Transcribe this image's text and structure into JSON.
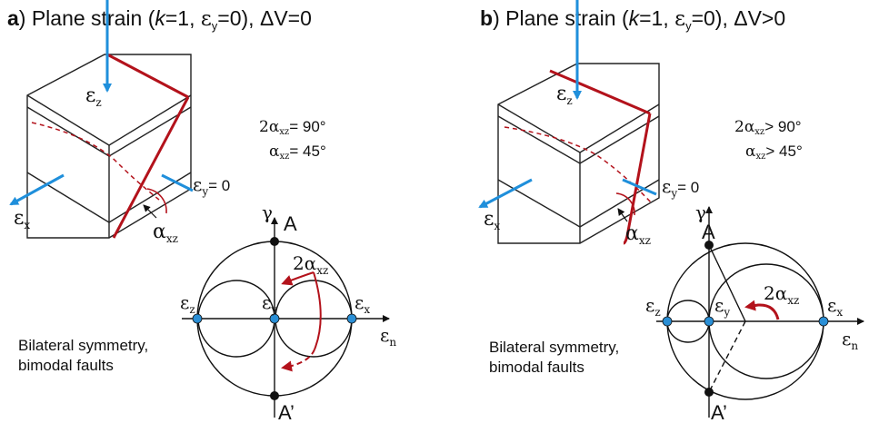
{
  "panel_a": {
    "title_letter": "a",
    "title_rest": ") Plane strain (",
    "title_k": "k",
    "title_k_eq": "=1, ",
    "title_eps": "ε",
    "title_y_sub": "y",
    "title_tail": "=0), ΔV=0",
    "angle_2a": "2α",
    "angle_2a_sub": "xz",
    "angle_2a_val": "= 90°",
    "angle_a": "α",
    "angle_a_sub": "xz",
    "angle_a_val": "= 45°",
    "eps_z": "ε",
    "eps_z_sub": "z",
    "eps_x": "ε",
    "eps_x_sub": "x",
    "eps_y0": "ε",
    "eps_y0_sub": "y",
    "eps_y0_val": "= 0",
    "alpha": "α",
    "alpha_sub": "xz",
    "gamma": "γ",
    "point_A": "A",
    "point_A2": "A’",
    "mohr_2a": "2α",
    "mohr_2a_sub": "xz",
    "mohr_ez": "ε",
    "mohr_ez_sub": "z",
    "mohr_ey": "ε",
    "mohr_ey_sub": "y",
    "mohr_ex": "ε",
    "mohr_ex_sub": "x",
    "mohr_en": "ε",
    "mohr_en_sub": "n",
    "note_line1": "Bilateral symmetry,",
    "note_line2": "bimodal faults"
  },
  "panel_b": {
    "title_letter": "b",
    "title_rest": ") Plane strain (",
    "title_k": "k",
    "title_k_eq": "=1, ",
    "title_eps": "ε",
    "title_y_sub": "y",
    "title_tail": "=0), ΔV>0",
    "angle_2a": "2α",
    "angle_2a_sub": "xz",
    "angle_2a_val": "> 90°",
    "angle_a": "α",
    "angle_a_sub": "xz",
    "angle_a_val": "> 45°",
    "eps_z": "ε",
    "eps_z_sub": "z",
    "eps_x": "ε",
    "eps_x_sub": "x",
    "eps_y0": "ε",
    "eps_y0_sub": "y",
    "eps_y0_val": "= 0",
    "alpha": "α",
    "alpha_sub": "xz",
    "gamma": "γ",
    "point_A": "A",
    "point_A2": "A’",
    "mohr_2a": "2α",
    "mohr_2a_sub": "xz",
    "mohr_ez": "ε",
    "mohr_ez_sub": "z",
    "mohr_ey": "ε",
    "mohr_ey_sub": "y",
    "mohr_ex": "ε",
    "mohr_ex_sub": "x",
    "mohr_en": "ε",
    "mohr_en_sub": "n",
    "note_line1": "Bilateral symmetry,",
    "note_line2": "bimodal faults"
  },
  "colors": {
    "fault_red": "#b3121b",
    "arrow_blue": "#1f8fdb",
    "point_blue": "#2a8fd6",
    "point_black": "#111111"
  }
}
